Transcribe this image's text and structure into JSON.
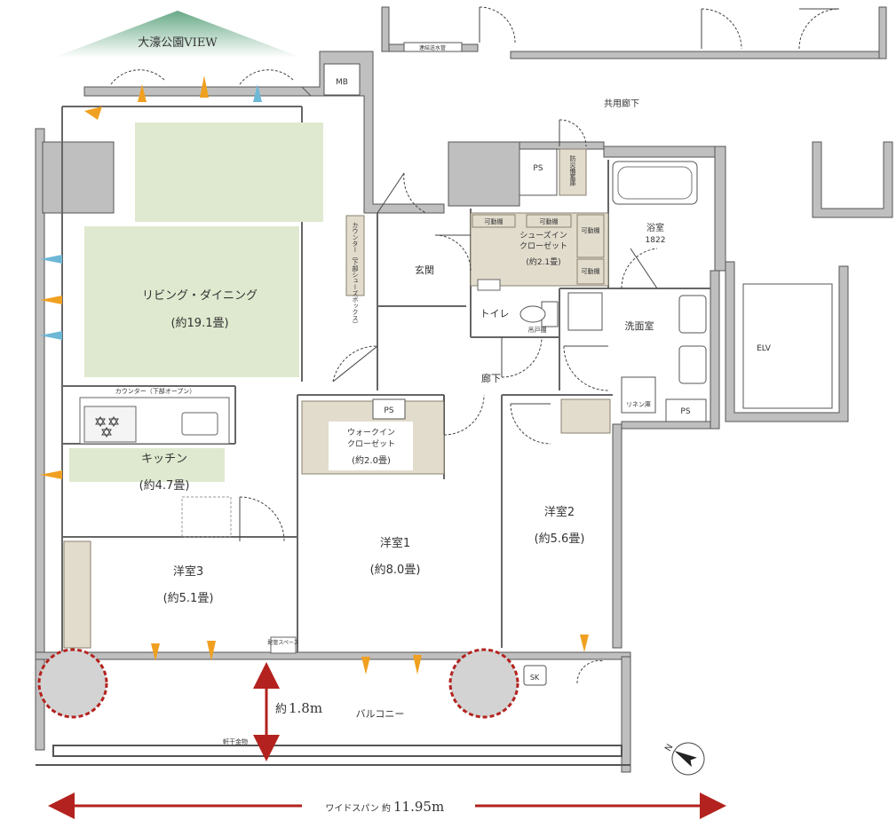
{
  "view_label": "大濠公園VIEW",
  "rooms": {
    "living": {
      "name": "リビング・ダイニング",
      "size": "(約19.1畳)"
    },
    "kitchen": {
      "name": "キッチン",
      "size": "(約4.7畳)"
    },
    "counter": "カウンター（下部オープン）",
    "bedroom1": {
      "name": "洋室1",
      "size": "(約8.0畳)"
    },
    "bedroom2": {
      "name": "洋室2",
      "size": "(約5.6畳)"
    },
    "bedroom3": {
      "name": "洋室3",
      "size": "(約5.1畳)"
    },
    "walkin": {
      "line1": "ウォークイン",
      "line2": "クローゼット",
      "size": "(約2.0畳)"
    },
    "shoesin": {
      "line1": "シューズイン",
      "line2": "クローゼット",
      "size": "(約2.1畳)"
    },
    "entrance": "玄関",
    "toilet": "トイレ",
    "corridor": "廊下",
    "washroom": "洗面室",
    "bath": {
      "name": "浴室",
      "size": "1822"
    },
    "balcony": "バルコニー",
    "common_corridor": "共用廊下",
    "elv": "ELV",
    "mb": "MB",
    "ps": "PS",
    "sk": "SK",
    "linen": "リネン庫",
    "fire_storage": "防災備蓄庫",
    "movable_shelf": "可動棚",
    "shoe_box": "カウンター（下部シューズボックス）",
    "hanging_door": "吊戸棚",
    "pipe_space": "配管スペース",
    "eave_rail": "軒干金物",
    "water_pipe": "連結送水管"
  },
  "dims": {
    "depth_prefix": "約",
    "depth_value": "1.8m",
    "span_prefix": "ワイドスパン 約",
    "span_value": "11.95m"
  },
  "colors": {
    "room_green": "#dfe9cf",
    "closet_beige": "#e2dccd",
    "dimension_red": "#b3221e",
    "circle_gray": "#d3d3d3",
    "wind_orange": "#f0a020",
    "wind_blue": "#6cb8d6",
    "wall_gray": "#bfbfbf"
  },
  "icons": [
    "north-arrow-icon",
    "stove-burner-icon",
    "wind-arrow-icon",
    "bathtub-icon",
    "toilet-icon",
    "sink-icon",
    "door-swing-icon"
  ]
}
